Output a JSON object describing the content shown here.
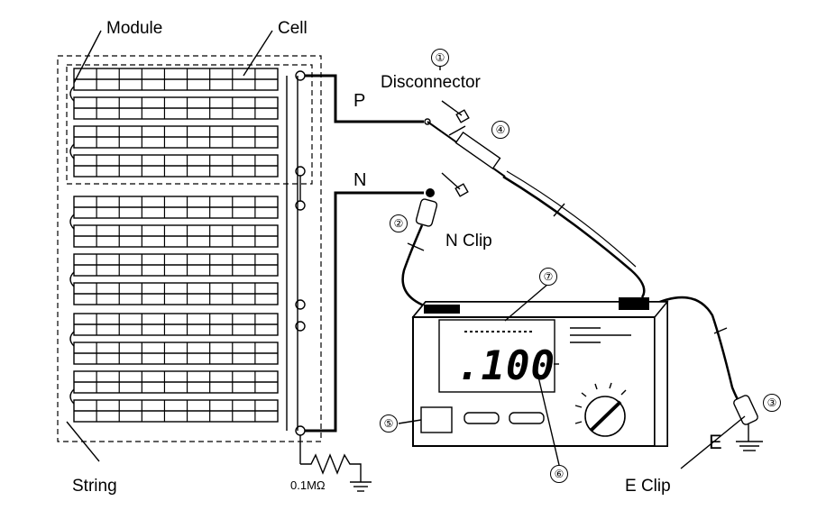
{
  "labels": {
    "module": "Module",
    "cell": "Cell",
    "string": "String",
    "disconnector": "Disconnector",
    "p": "P",
    "n": "N",
    "n_clip": "N Clip",
    "e_clip": "E Clip",
    "e": "E",
    "resistor": "0.1MΩ"
  },
  "callouts": [
    "①",
    "②",
    "③",
    "④",
    "⑤",
    "⑥",
    "⑦"
  ],
  "meter": {
    "display_value": ".100"
  }
}
